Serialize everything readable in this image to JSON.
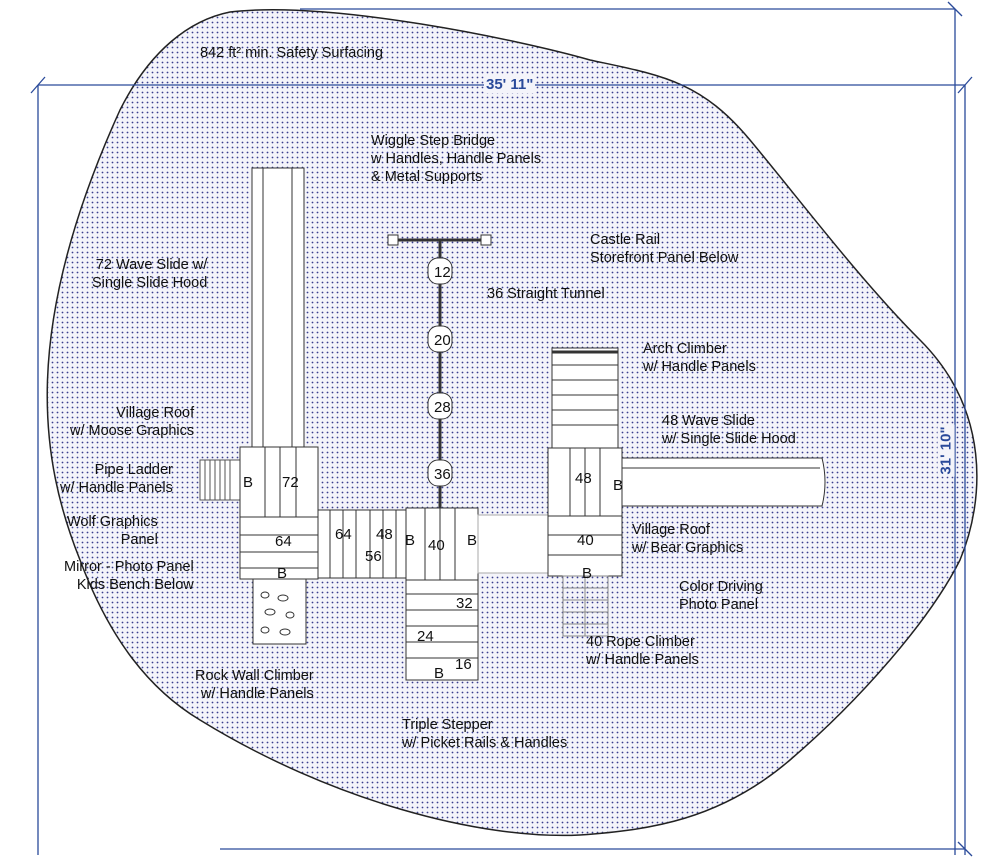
{
  "surfacing": {
    "label": "842 ft² min. Safety Surfacing"
  },
  "dimensions": {
    "width": "35' 11\"",
    "depth": "31' 10\""
  },
  "colors": {
    "dim_line": "#2a4a9a",
    "dot": "#3a3f8f",
    "outline": "#222222"
  },
  "labels": {
    "bridge": [
      "Wiggle Step Bridge",
      "w Handles, Handle Panels",
      "& Metal Supports"
    ],
    "castle_rail": [
      "Castle Rail",
      "Storefront Panel Below"
    ],
    "tunnel": [
      "36 Straight Tunnel"
    ],
    "wave72": [
      "72 Wave Slide w/",
      "Single Slide Hood"
    ],
    "arch": [
      "Arch Climber",
      "w/ Handle Panels"
    ],
    "moose": [
      "Village Roof",
      "w/ Moose Graphics"
    ],
    "wave48": [
      "48 Wave Slide",
      "w/ Single Slide Hood"
    ],
    "pipe": [
      "Pipe Ladder",
      "w/ Handle Panels"
    ],
    "wolf": [
      "Wolf Graphics",
      "Panel"
    ],
    "bear": [
      "Village Roof",
      "w/ Bear Graphics"
    ],
    "mirror": [
      "Mirror - Photo Panel",
      "Kids Bench Below"
    ],
    "driving": [
      "Color Driving",
      "Photo Panel"
    ],
    "rope": [
      "40 Rope Climber",
      "w/ Handle Panels"
    ],
    "rockwall": [
      "Rock Wall Climber",
      "w/ Handle Panels"
    ],
    "stepper": [
      "Triple Stepper",
      "w/ Picket Rails & Handles"
    ]
  },
  "deck_heights": {
    "bridge_steps": [
      "12",
      "20",
      "28",
      "36"
    ],
    "left_tower_top": "72",
    "left_tower_bottom": "64",
    "walkway": [
      "64",
      "48",
      "56"
    ],
    "center_deck": "40",
    "stepper": [
      "32",
      "24",
      "16"
    ],
    "right_tower_top": "48",
    "right_tower_bottom": "40",
    "bench_marker": "B"
  }
}
